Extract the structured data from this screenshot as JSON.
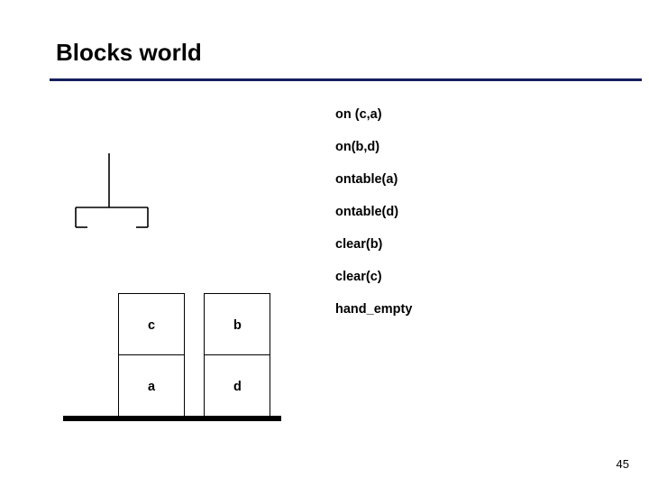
{
  "slide": {
    "title": "Blocks world",
    "page_number": "45",
    "rule_color": "#151f5e"
  },
  "predicates": [
    {
      "text": "on (c,a)"
    },
    {
      "text": "on(b,d)"
    },
    {
      "text": "ontable(a)"
    },
    {
      "text": "ontable(d)"
    },
    {
      "text": "clear(b)"
    },
    {
      "text": "clear(c)"
    },
    {
      "text": "hand_empty"
    }
  ],
  "scene": {
    "gripper_icon": "robot-gripper-icon",
    "stacks": [
      {
        "name": "left-stack",
        "blocks": [
          {
            "label": "c"
          },
          {
            "label": "a"
          }
        ]
      },
      {
        "name": "right-stack",
        "blocks": [
          {
            "label": "b"
          },
          {
            "label": "d"
          }
        ]
      }
    ]
  }
}
